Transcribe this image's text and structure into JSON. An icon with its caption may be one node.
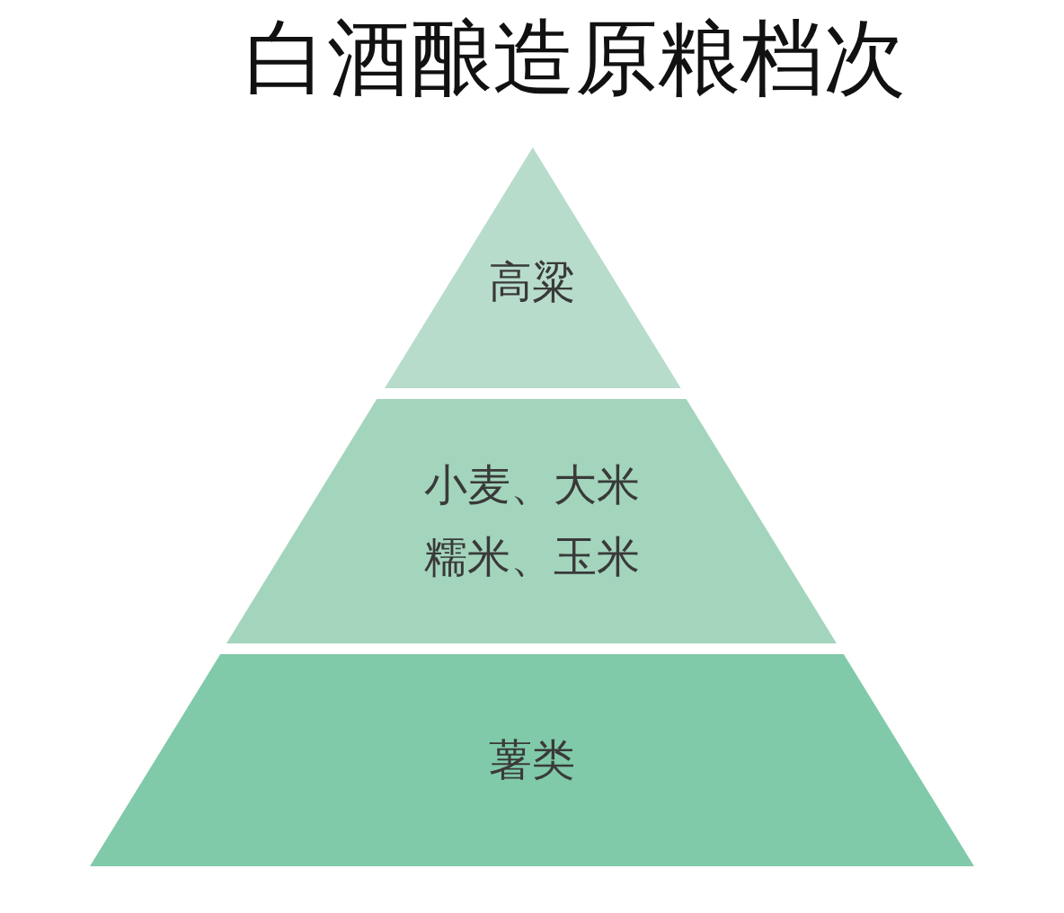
{
  "diagram": {
    "title": "白酒酿造原粮档次",
    "nodes": [
      {
        "text": [
          "高粱"
        ]
      },
      {
        "text": [
          "小麦、大米糯米、玉米"
        ]
      },
      {
        "text": [
          "薯类"
        ]
      }
    ]
  }
}
